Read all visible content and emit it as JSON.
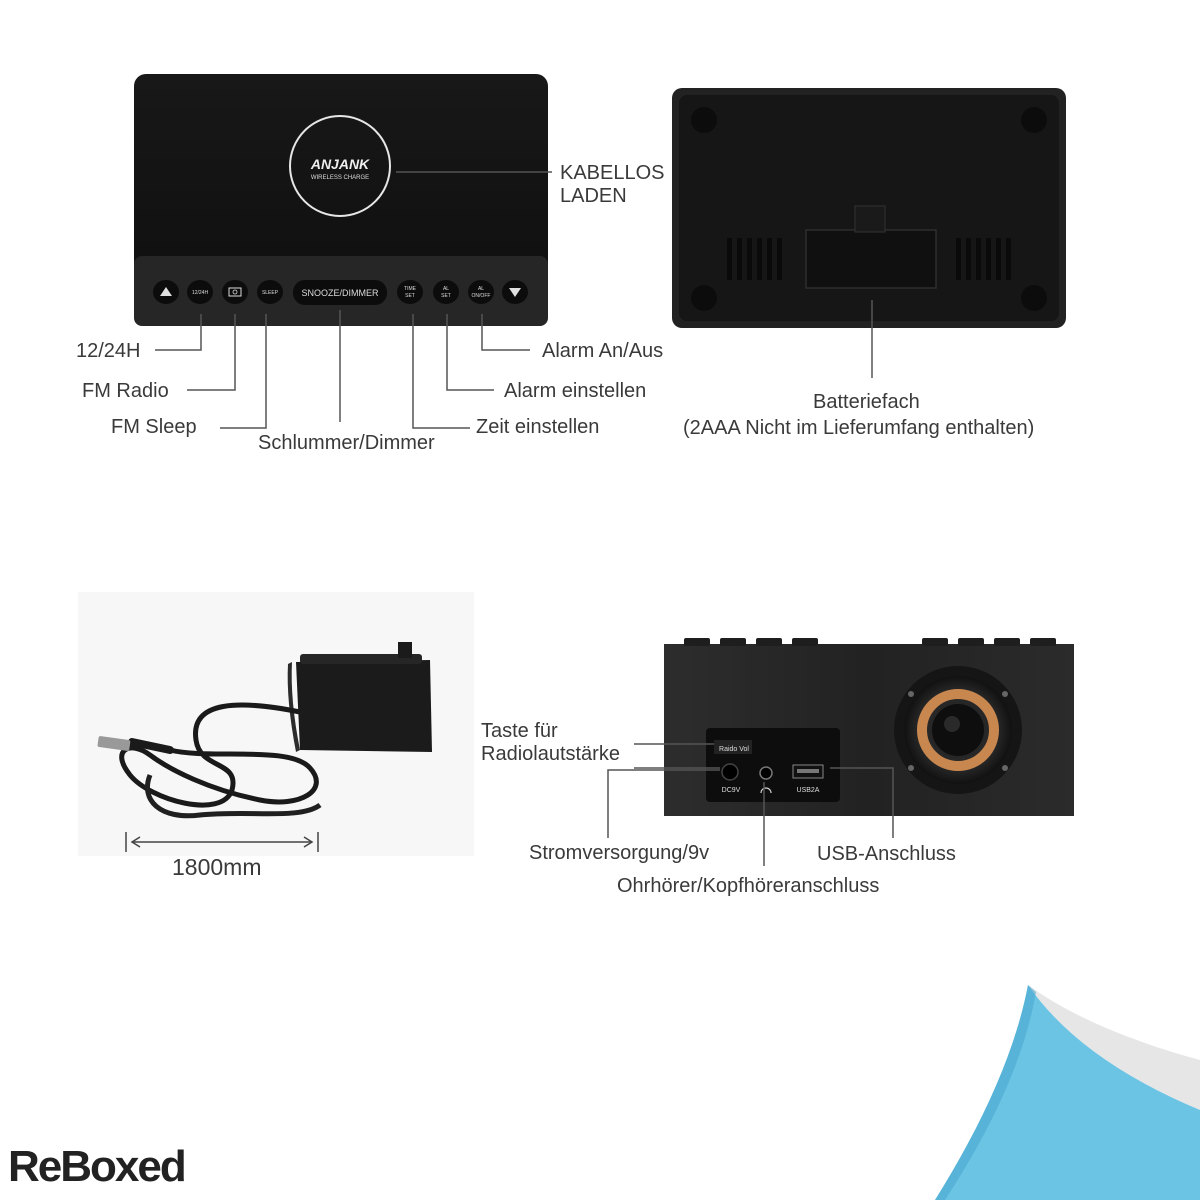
{
  "top_front": {
    "brand": "ANJANK",
    "brand_sub": "WIRELESS CHARGE",
    "buttons": {
      "b1224": "12/24H",
      "sleep": "SLEEP",
      "snooze": "SNOOZE/DIMMER",
      "time_set_1": "TIME",
      "time_set_2": "SET",
      "al_set_1": "AL",
      "al_set_2": "SET",
      "al_onoff_1": "AL",
      "al_onoff_2": "ON/OFF"
    },
    "labels": {
      "wireless_1": "KABELLOS",
      "wireless_2": "LADEN",
      "h1224": "12/24H",
      "fm_radio": "FM Radio",
      "fm_sleep": "FM Sleep",
      "snooze": "Schlummer/Dimmer",
      "time_set": "Zeit einstellen",
      "alarm_set": "Alarm einstellen",
      "alarm_onoff": "Alarm An/Aus"
    }
  },
  "top_back": {
    "labels": {
      "battery_1": "Batteriefach",
      "battery_2": "(2AAA Nicht im Lieferumfang enthalten)"
    }
  },
  "adapter": {
    "length": "1800mm"
  },
  "rear_ports": {
    "panel": {
      "radio_vol": "Raido Vol",
      "dc": "DC9V",
      "usb": "USB2A"
    },
    "labels": {
      "radio_vol_1": "Taste für",
      "radio_vol_2": "Radiolautstärke",
      "power": "Stromversorgung/9v",
      "usb": "USB-Anschluss",
      "headphone": "Ohrhörer/Kopfhöreranschluss"
    }
  },
  "branding": {
    "logo": "ReBoxed"
  },
  "colors": {
    "device": "#1c1c1c",
    "wood": "#2a2a2a",
    "accent_blue": "#6cc4e4",
    "copper": "#c8874f"
  }
}
